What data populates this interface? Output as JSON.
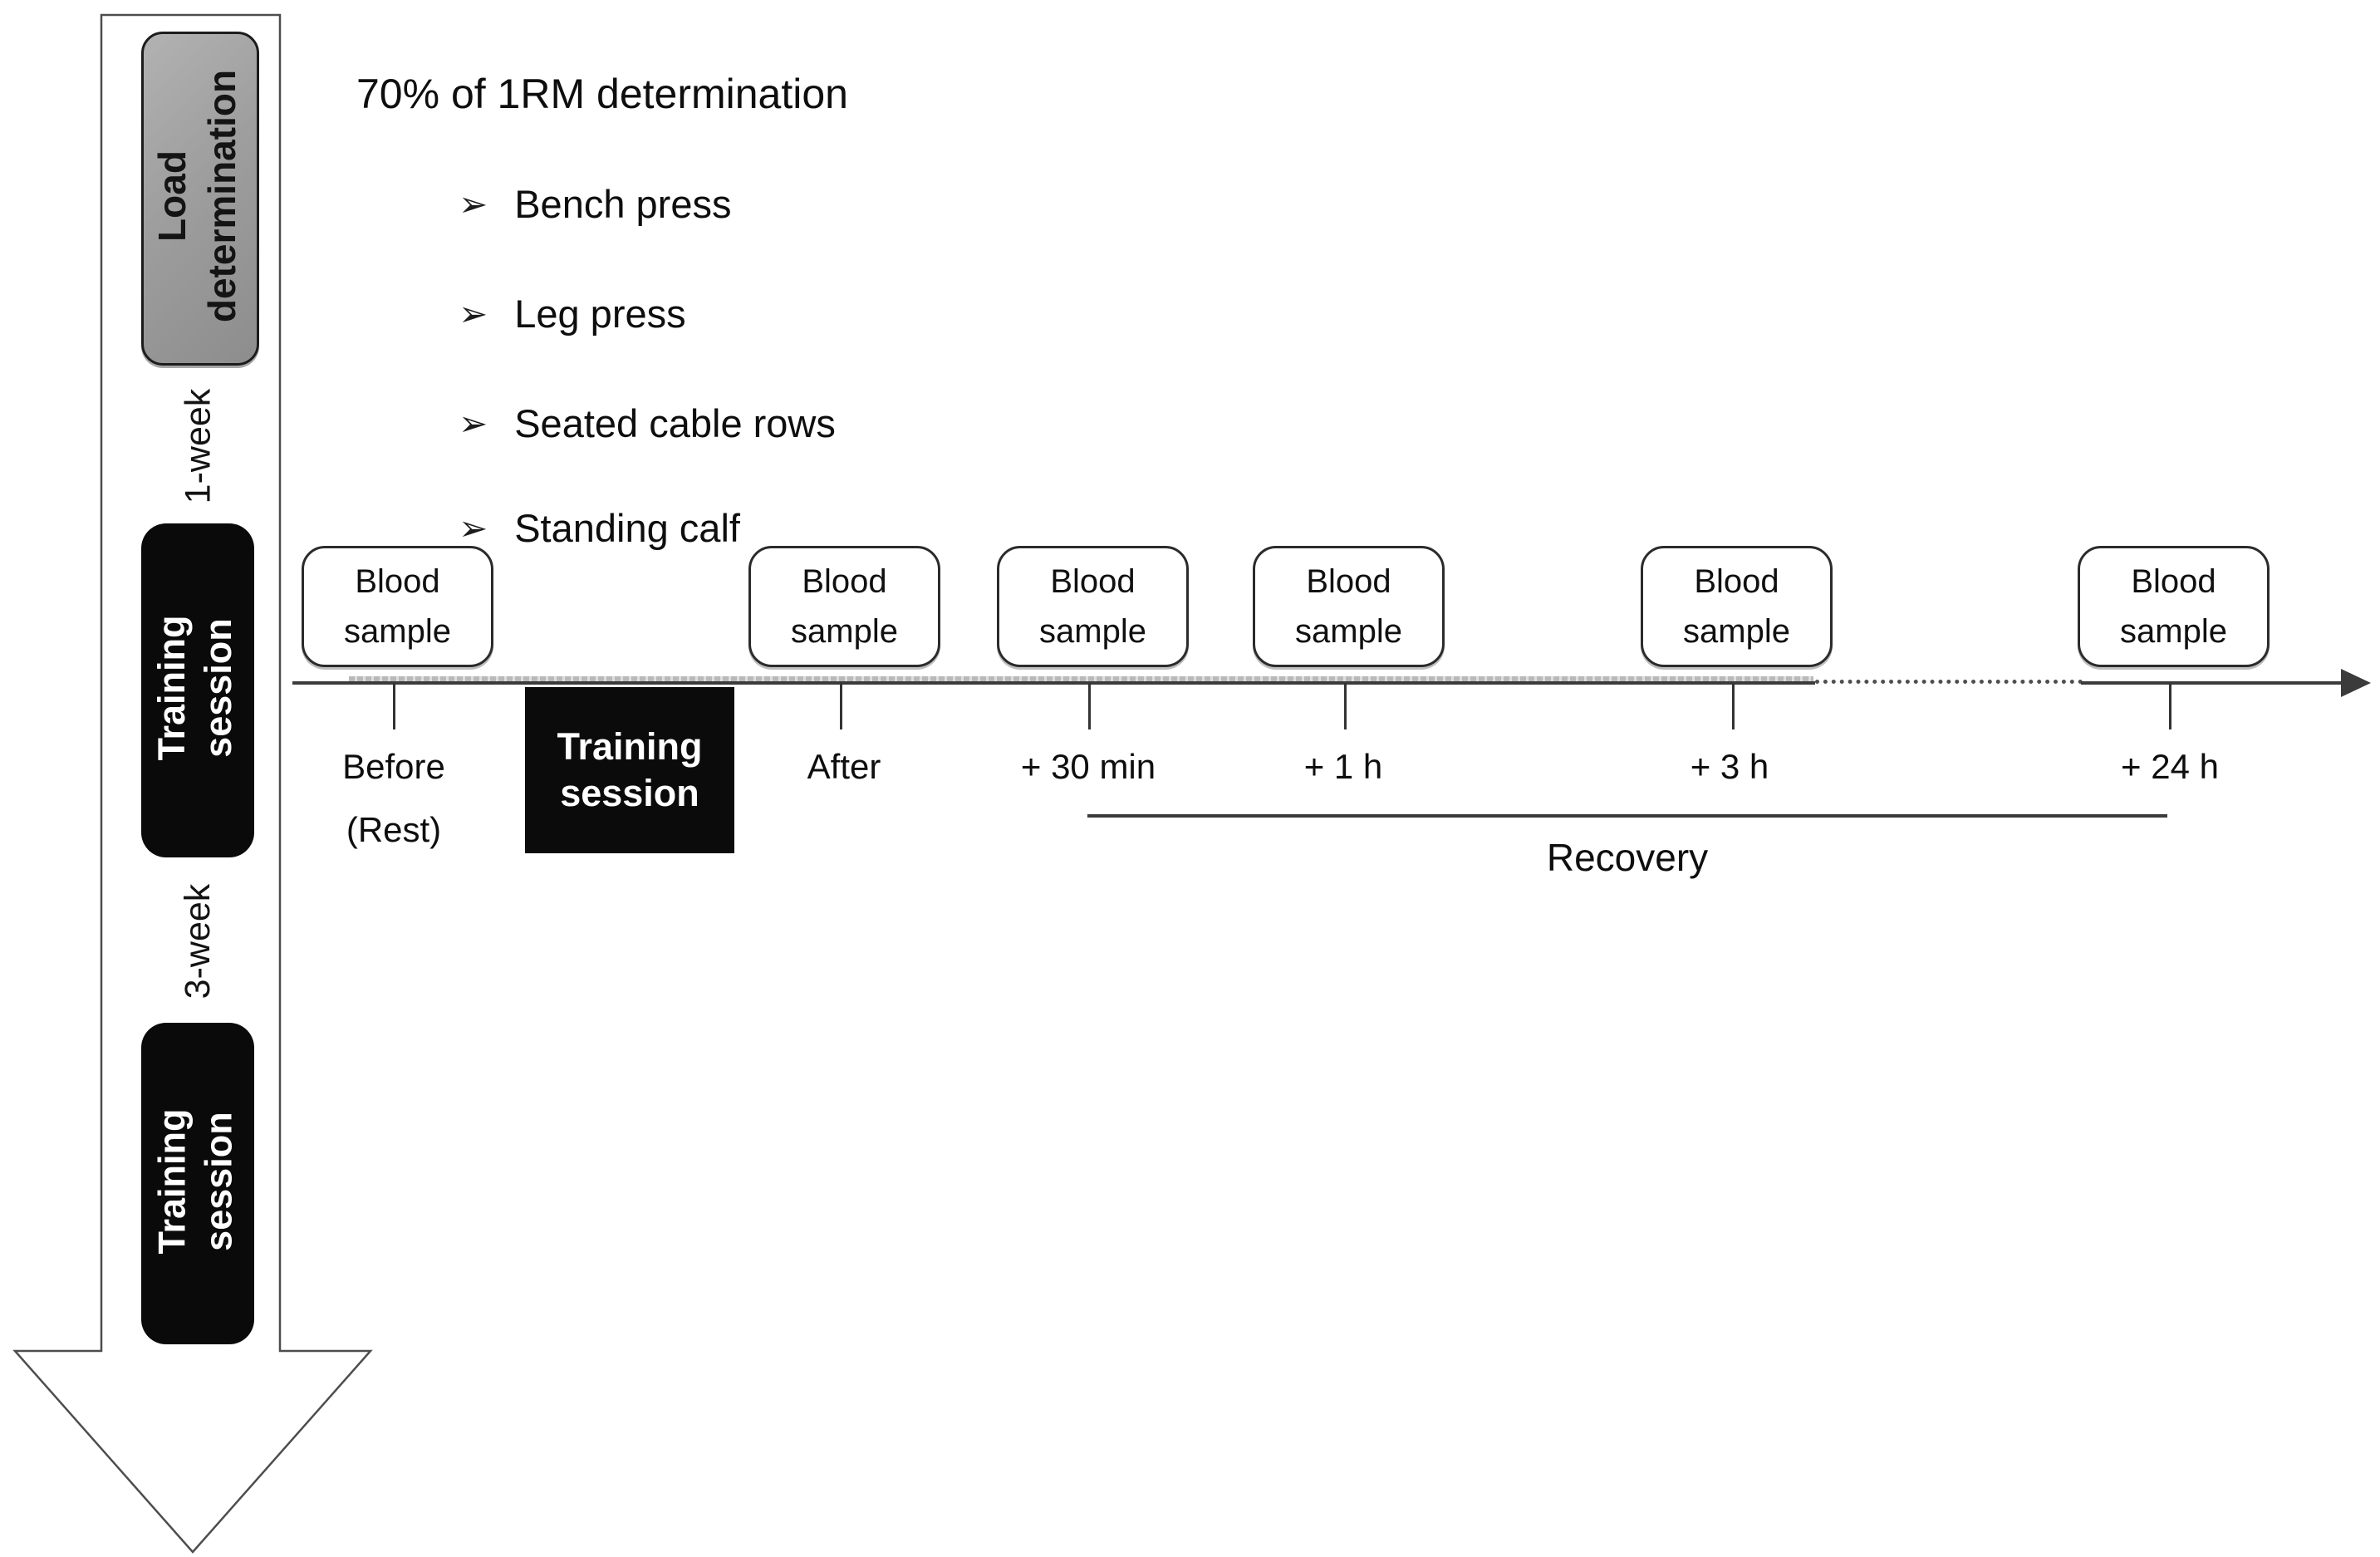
{
  "figure": {
    "type": "study-design-timeline-diagram",
    "background": "#ffffff"
  },
  "colors": {
    "load_box_fill": "#9e9e9e",
    "black_box_fill": "#0a0a0a",
    "line_color": "#3b3b3b",
    "text_color": "#111111",
    "box_border": "#2b2b2b",
    "white": "#ffffff"
  },
  "left_flow": {
    "load_box_label": "Load\ndetermination",
    "week1_label": "1-week",
    "training1_label": "Training\nsession",
    "week3_label": "3-week",
    "training2_label": "Training\nsession"
  },
  "rm_block": {
    "title": "70% of 1RM determination",
    "bullet_glyph": "➢",
    "items": [
      "Bench press",
      "Leg press",
      "Seated cable rows",
      "Standing calf"
    ]
  },
  "timeline": {
    "session_box_label": "Training\nsession",
    "recovery_label": "Recovery",
    "points": [
      {
        "box": "Blood\nsample",
        "label": "Before\n(Rest)"
      },
      {
        "box": "Blood\nsample",
        "label": "After"
      },
      {
        "box": "Blood\nsample",
        "label": "+ 30 min"
      },
      {
        "box": "Blood\nsample",
        "label": "+ 1 h"
      },
      {
        "box": "Blood\nsample",
        "label": "+ 3 h"
      },
      {
        "box": "Blood\nsample",
        "label": "+ 24 h"
      }
    ]
  }
}
